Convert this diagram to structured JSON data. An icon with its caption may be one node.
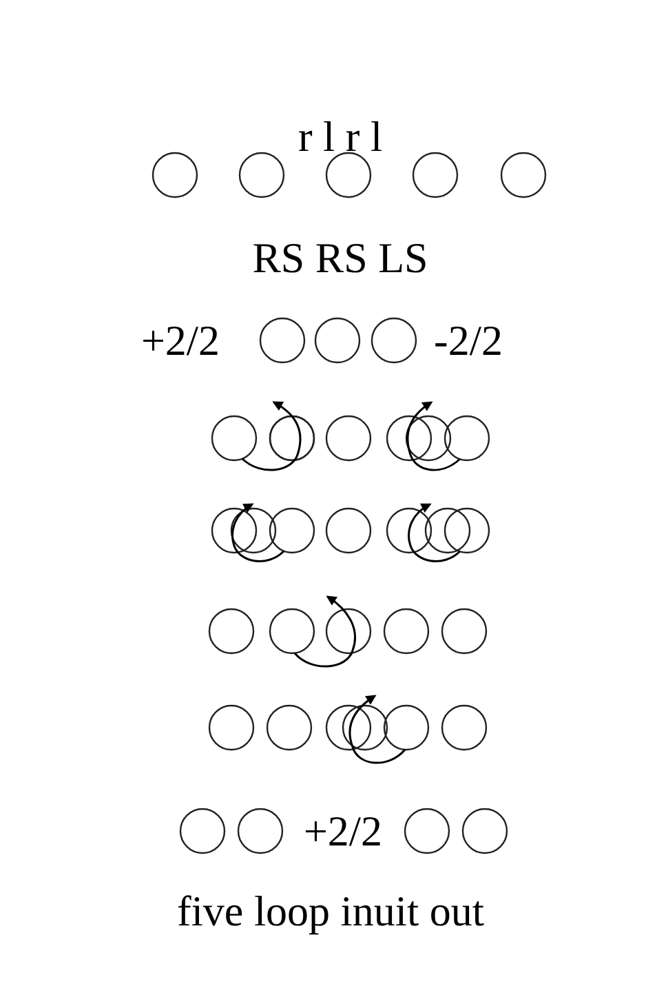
{
  "diagram": {
    "caption": "five loop inuit out",
    "labels": [
      "r l r l",
      "RS RS LS",
      "+2/2",
      "-2/2",
      "+2/2"
    ]
  }
}
